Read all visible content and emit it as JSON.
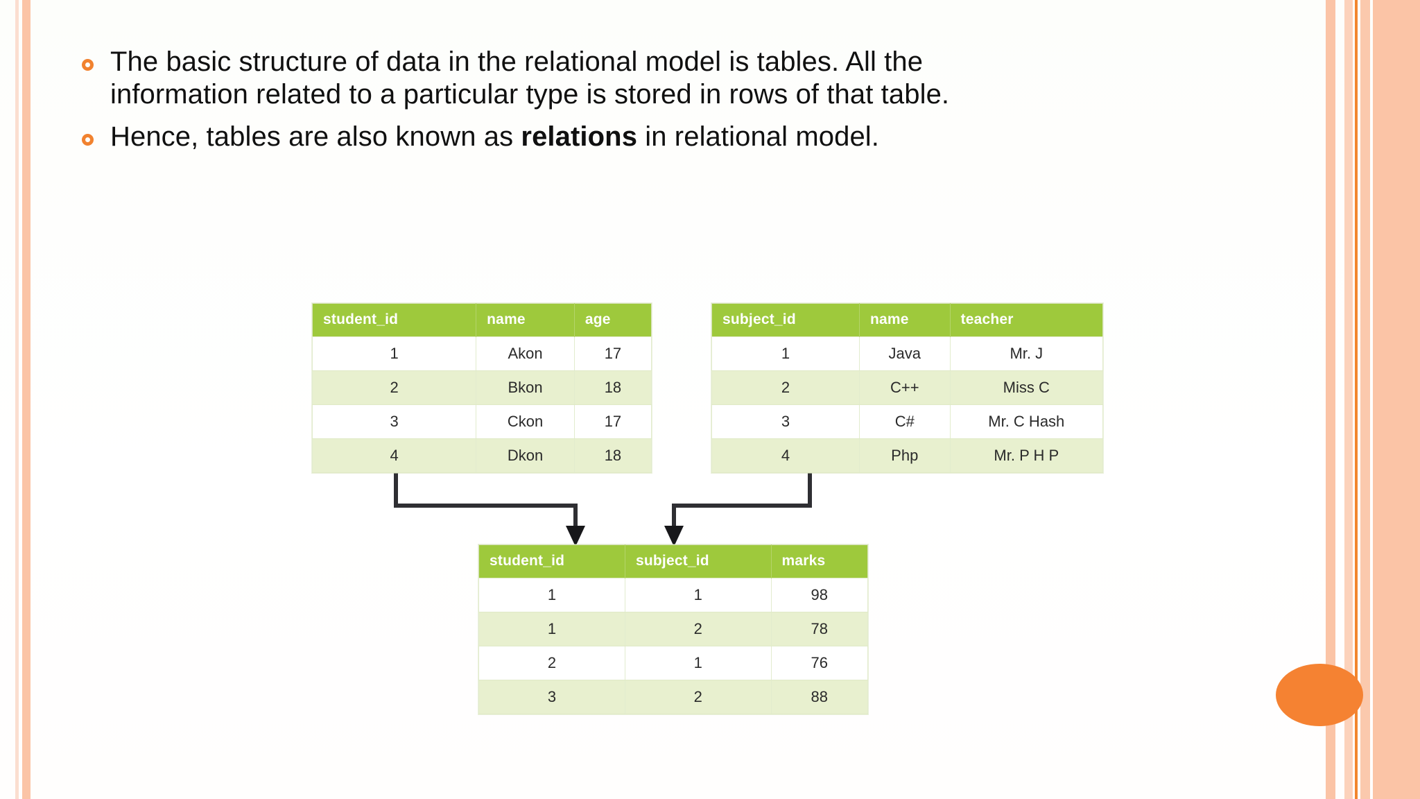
{
  "slide": {
    "bullets": [
      {
        "marker": "ring-bullet",
        "text_parts": [
          {
            "text": "The basic structure of data in the relational model is tables. All the information related to a particular type is stored in rows of that table.",
            "bold": false
          }
        ]
      },
      {
        "marker": "ring-bullet",
        "text_parts": [
          {
            "text": "Hence, tables are also known as ",
            "bold": false
          },
          {
            "text": "relations",
            "bold": true
          },
          {
            "text": " in relational model.",
            "bold": false
          }
        ]
      }
    ],
    "colors": {
      "bullet_marker": "#f1822f",
      "table_header_green": "#9ec93c",
      "table_row_alt_green": "#e8f0cf",
      "accent_orange": "#f58232",
      "edge_stripe_peach": "#fbc4a6",
      "edge_stripe_orange": "#f2862f",
      "connector_line": "#2f2f33"
    }
  },
  "diagram": {
    "tables": [
      {
        "id": "student",
        "name": "student-table",
        "headers": [
          "student_id",
          "name",
          "age"
        ],
        "rows": [
          [
            "1",
            "Akon",
            "17"
          ],
          [
            "2",
            "Bkon",
            "18"
          ],
          [
            "3",
            "Ckon",
            "17"
          ],
          [
            "4",
            "Dkon",
            "18"
          ]
        ]
      },
      {
        "id": "subject",
        "name": "subject-table",
        "headers": [
          "subject_id",
          "name",
          "teacher"
        ],
        "rows": [
          [
            "1",
            "Java",
            "Mr. J"
          ],
          [
            "2",
            "C++",
            "Miss C"
          ],
          [
            "3",
            "C#",
            "Mr. C Hash"
          ],
          [
            "4",
            "Php",
            "Mr. P H P"
          ]
        ]
      },
      {
        "id": "marks",
        "name": "marks-table",
        "headers": [
          "student_id",
          "subject_id",
          "marks"
        ],
        "rows": [
          [
            "1",
            "1",
            "98"
          ],
          [
            "1",
            "2",
            "78"
          ],
          [
            "2",
            "1",
            "76"
          ],
          [
            "3",
            "2",
            "88"
          ]
        ]
      }
    ],
    "relationships": [
      {
        "from": "student",
        "to": "marks",
        "on": "student_id"
      },
      {
        "from": "subject",
        "to": "marks",
        "on": "subject_id"
      }
    ]
  }
}
